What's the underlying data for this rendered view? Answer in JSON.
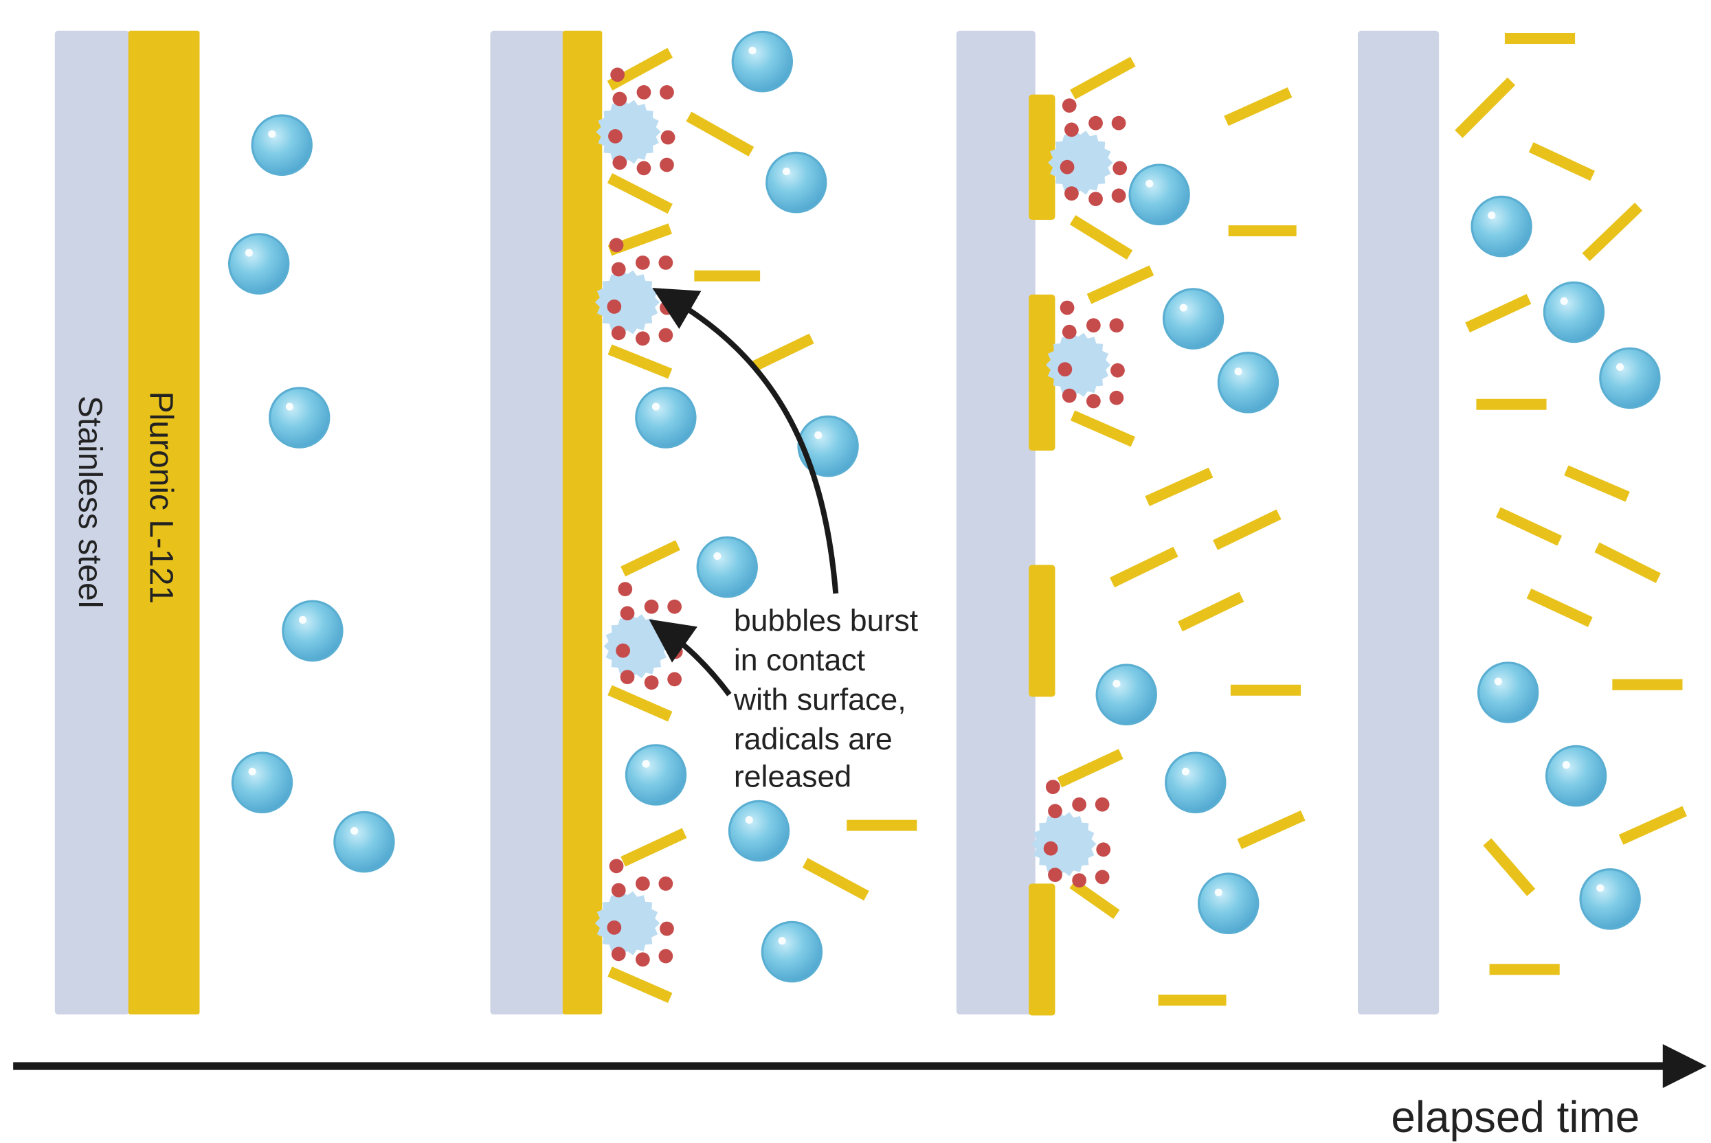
{
  "labels": {
    "substrate": "Stainless steel",
    "coating": "Pluronic L-121",
    "annotation_lines": [
      "bubbles burst",
      "in contact",
      "with surface,",
      "radicals are",
      "released"
    ],
    "time_axis": "elapsed time"
  },
  "colors": {
    "steel": "#cdd4e6",
    "coating": "#e8c21b",
    "bubble": "#7ecbe6",
    "bubble_edge": "#5aaed2",
    "collapsing_bubble": "#bcdcf2",
    "radical": "#c64b4b",
    "arrow": "#1a1a1a"
  }
}
